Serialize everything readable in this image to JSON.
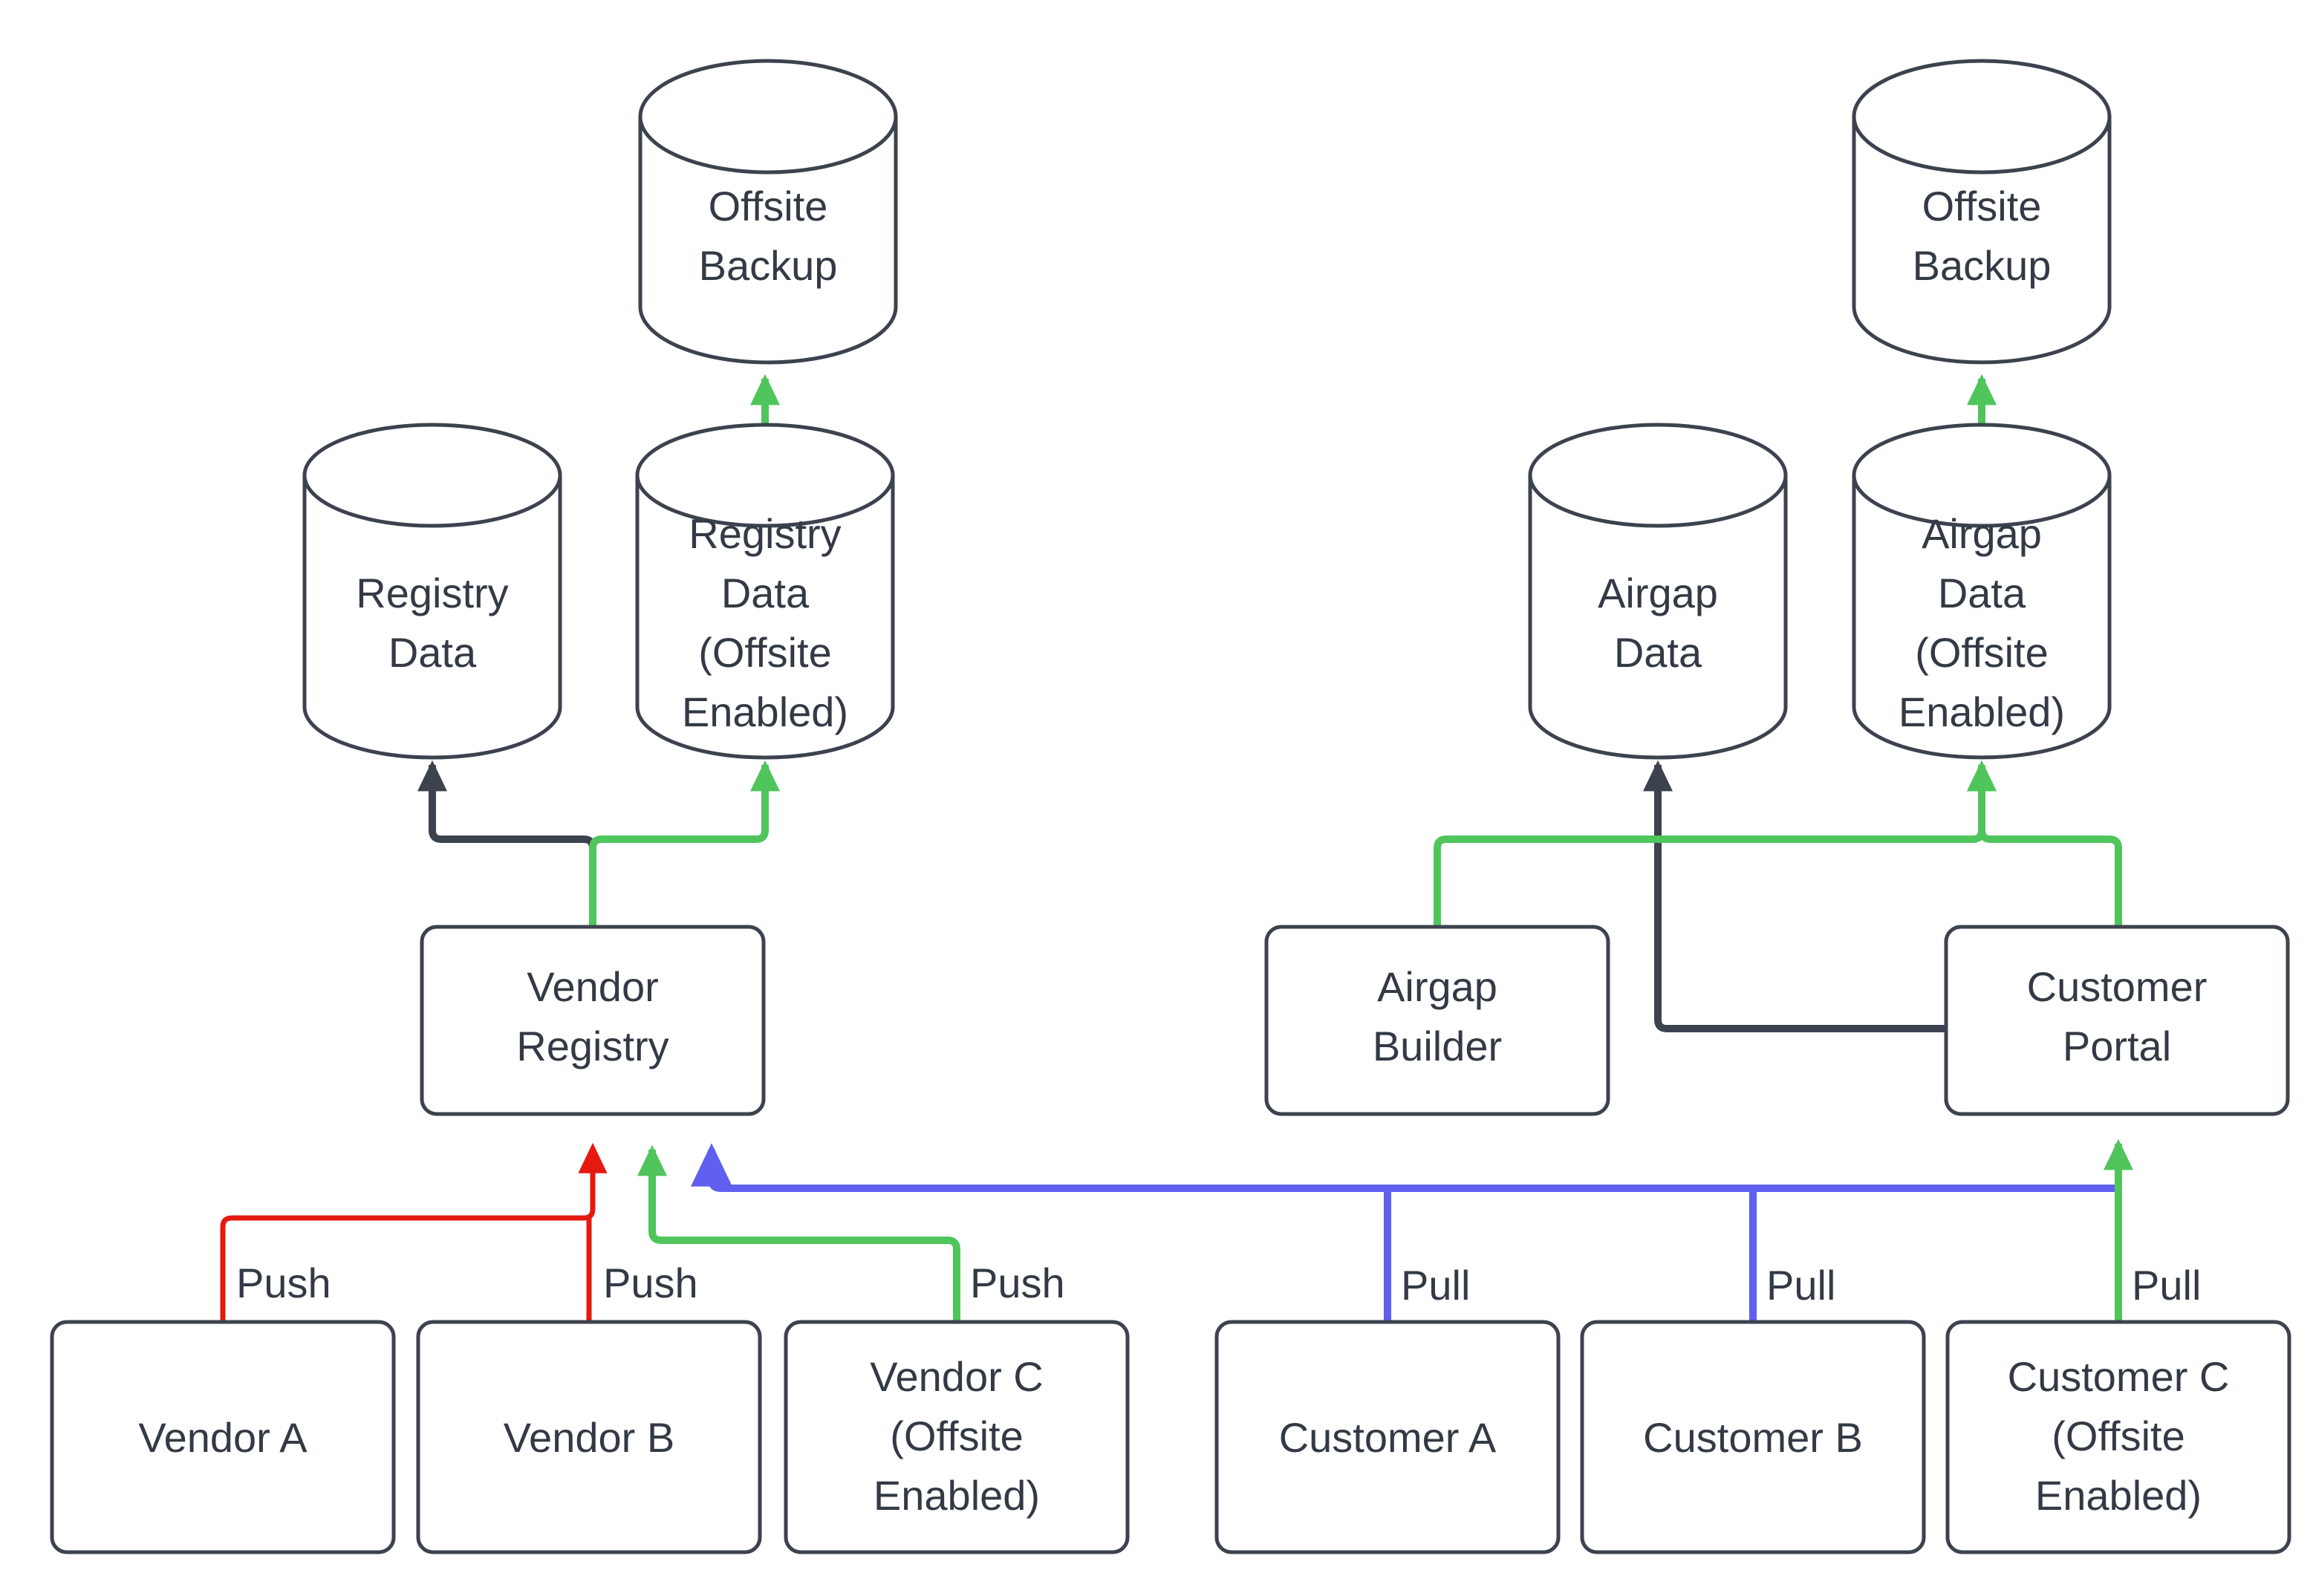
{
  "diagram": {
    "type": "flowchart",
    "title": "Registry and Airgap Data Flow with Offsite Backup",
    "colors": {
      "node_stroke": "#3c424e",
      "node_fill": "#ffffff",
      "text": "#333a45",
      "green": "#4fc55c",
      "red": "#e5190f",
      "blue": "#5f5ff0",
      "dark": "#3c424e",
      "background": "#ffffff"
    },
    "nodes": {
      "offsite_backup_left": {
        "label_line1": "Offsite",
        "label_line2": "Backup",
        "shape": "cylinder"
      },
      "offsite_backup_right": {
        "label_line1": "Offsite",
        "label_line2": "Backup",
        "shape": "cylinder"
      },
      "registry_data": {
        "label_line1": "Registry",
        "label_line2": "Data",
        "shape": "cylinder"
      },
      "registry_data_offsite": {
        "label_line1": "Registry",
        "label_line2": "Data",
        "label_line3": "(Offsite",
        "label_line4": "Enabled)",
        "shape": "cylinder"
      },
      "airgap_data": {
        "label_line1": "Airgap",
        "label_line2": "Data",
        "shape": "cylinder"
      },
      "airgap_data_offsite": {
        "label_line1": "Airgap",
        "label_line2": "Data",
        "label_line3": "(Offsite",
        "label_line4": "Enabled)",
        "shape": "cylinder"
      },
      "vendor_registry": {
        "label_line1": "Vendor",
        "label_line2": "Registry",
        "shape": "rounded-rect"
      },
      "airgap_builder": {
        "label_line1": "Airgap",
        "label_line2": "Builder",
        "shape": "rounded-rect"
      },
      "customer_portal": {
        "label_line1": "Customer",
        "label_line2": "Portal",
        "shape": "rounded-rect"
      },
      "vendor_a": {
        "label_line1": "Vendor A",
        "shape": "rounded-rect"
      },
      "vendor_b": {
        "label_line1": "Vendor B",
        "shape": "rounded-rect"
      },
      "vendor_c": {
        "label_line1": "Vendor C",
        "label_line2": "(Offsite",
        "label_line3": "Enabled)",
        "shape": "rounded-rect"
      },
      "customer_a": {
        "label_line1": "Customer A",
        "shape": "rounded-rect"
      },
      "customer_b": {
        "label_line1": "Customer B",
        "shape": "rounded-rect"
      },
      "customer_c": {
        "label_line1": "Customer C",
        "label_line2": "(Offsite",
        "label_line3": "Enabled)",
        "shape": "rounded-rect"
      }
    },
    "edges": [
      {
        "id": "vendor-a-to-registry",
        "from": "vendor_a",
        "to": "vendor_registry",
        "label": "Push",
        "color": "red"
      },
      {
        "id": "vendor-b-to-registry",
        "from": "vendor_b",
        "to": "vendor_registry",
        "label": "Push",
        "color": "red"
      },
      {
        "id": "vendor-c-to-registry",
        "from": "vendor_c",
        "to": "vendor_registry",
        "label": "Push",
        "color": "green"
      },
      {
        "id": "customer-a-to-portal",
        "from": "customer_a",
        "to": "customer_portal",
        "label": "Pull",
        "color": "blue"
      },
      {
        "id": "customer-b-to-portal",
        "from": "customer_b",
        "to": "customer_portal",
        "label": "Pull",
        "color": "blue"
      },
      {
        "id": "customer-c-to-portal",
        "from": "customer_c",
        "to": "customer_portal",
        "label": "Pull",
        "color": "green"
      },
      {
        "id": "portal-to-vendor-registry",
        "from": "customer_portal",
        "to": "vendor_registry",
        "label": "",
        "color": "blue"
      },
      {
        "id": "registry-to-registry-data",
        "from": "vendor_registry",
        "to": "registry_data",
        "label": "",
        "color": "dark"
      },
      {
        "id": "registry-to-registry-data-offsite",
        "from": "vendor_registry",
        "to": "registry_data_offsite",
        "label": "",
        "color": "green"
      },
      {
        "id": "registry-data-offsite-to-backup",
        "from": "registry_data_offsite",
        "to": "offsite_backup_left",
        "label": "",
        "color": "green"
      },
      {
        "id": "portal-to-airgap-data",
        "from": "customer_portal",
        "to": "airgap_data",
        "label": "",
        "color": "dark"
      },
      {
        "id": "builder-to-airgap-data-offsite",
        "from": "airgap_builder",
        "to": "airgap_data_offsite",
        "label": "",
        "color": "green"
      },
      {
        "id": "portal-to-airgap-data-offsite",
        "from": "customer_portal",
        "to": "airgap_data_offsite",
        "label": "",
        "color": "green"
      },
      {
        "id": "airgap-data-offsite-to-backup",
        "from": "airgap_data_offsite",
        "to": "offsite_backup_right",
        "label": "",
        "color": "green"
      }
    ],
    "edge_labels": {
      "push": "Push",
      "pull": "Pull"
    }
  }
}
